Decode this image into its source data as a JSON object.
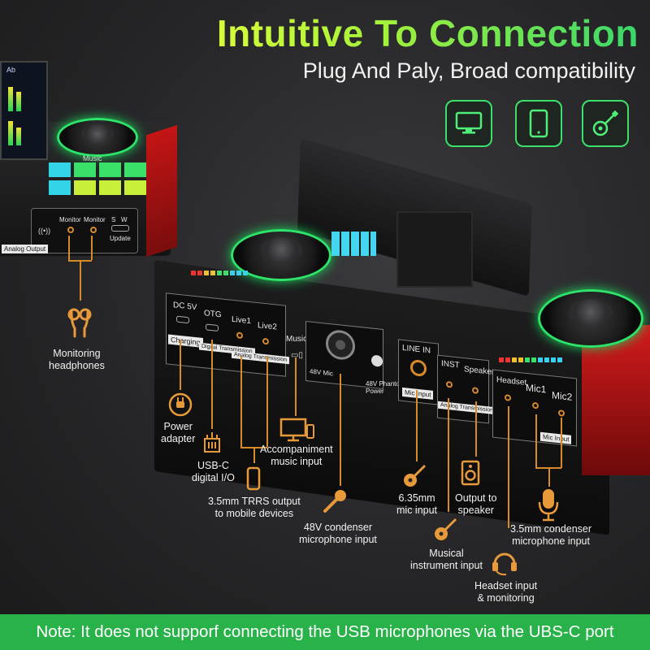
{
  "header": {
    "title": "Intuitive To Connection",
    "subtitle": "Plug And Paly, Broad compatibility"
  },
  "compat_icons": [
    {
      "name": "monitor-icon"
    },
    {
      "name": "tablet-icon"
    },
    {
      "name": "guitar-icon"
    }
  ],
  "left_device": {
    "screen_text": "Ab",
    "knob_label": "Music",
    "panel": {
      "monitor1": "Monitor",
      "monitor2": "Monitor",
      "s": "S",
      "w": "W",
      "update": "Update",
      "tag": "Analog Output"
    }
  },
  "main_panel": {
    "dc": "DC 5V",
    "dc_tag": "Charging",
    "otg": "OTG",
    "otg_tag": "Digital Transmission",
    "live1": "Live1",
    "live2": "Live2",
    "music": "Music",
    "live_tag": "Analog Transmission",
    "xlr": "48V Mic",
    "phantom": "48V Phantom Power",
    "line_in": "LINE IN",
    "line_tag": "Mic Input",
    "inst": "INST",
    "speaker": "Speaker",
    "inst_tag": "Analog Transmission",
    "headset": "Headset",
    "mic1": "Mic1",
    "mic2": "Mic2",
    "mic_tag": "Mic Input"
  },
  "callouts": {
    "monitoring": [
      "Monitoring",
      "headphones"
    ],
    "power": [
      "Power",
      "adapter"
    ],
    "usbc": [
      "USB-C",
      "digital I/O"
    ],
    "trrs": [
      "3.5mm TRRS output",
      "to mobile devices"
    ],
    "accompaniment": [
      "Accompaniment",
      "music input"
    ],
    "condenser48": [
      "48V condenser",
      "microphone input"
    ],
    "mic635": [
      "6.35mm",
      "mic input"
    ],
    "speaker": [
      "Output to",
      "speaker"
    ],
    "instrument": [
      "Musical",
      "instrument input"
    ],
    "condenser35": [
      "3.5mm condenser",
      "microphone input"
    ],
    "headset": [
      "Headset input",
      "& monitoring"
    ]
  },
  "footer": {
    "note": "Note: It does not supporf connecting the USB microphones via the UBS-C port"
  },
  "colors": {
    "accent_green": "#2ab24a",
    "title_gradient_start": "#e8ff3a",
    "title_gradient_end": "#39d86b",
    "callout_line": "#d68a2a",
    "device_red": "#c41515"
  }
}
